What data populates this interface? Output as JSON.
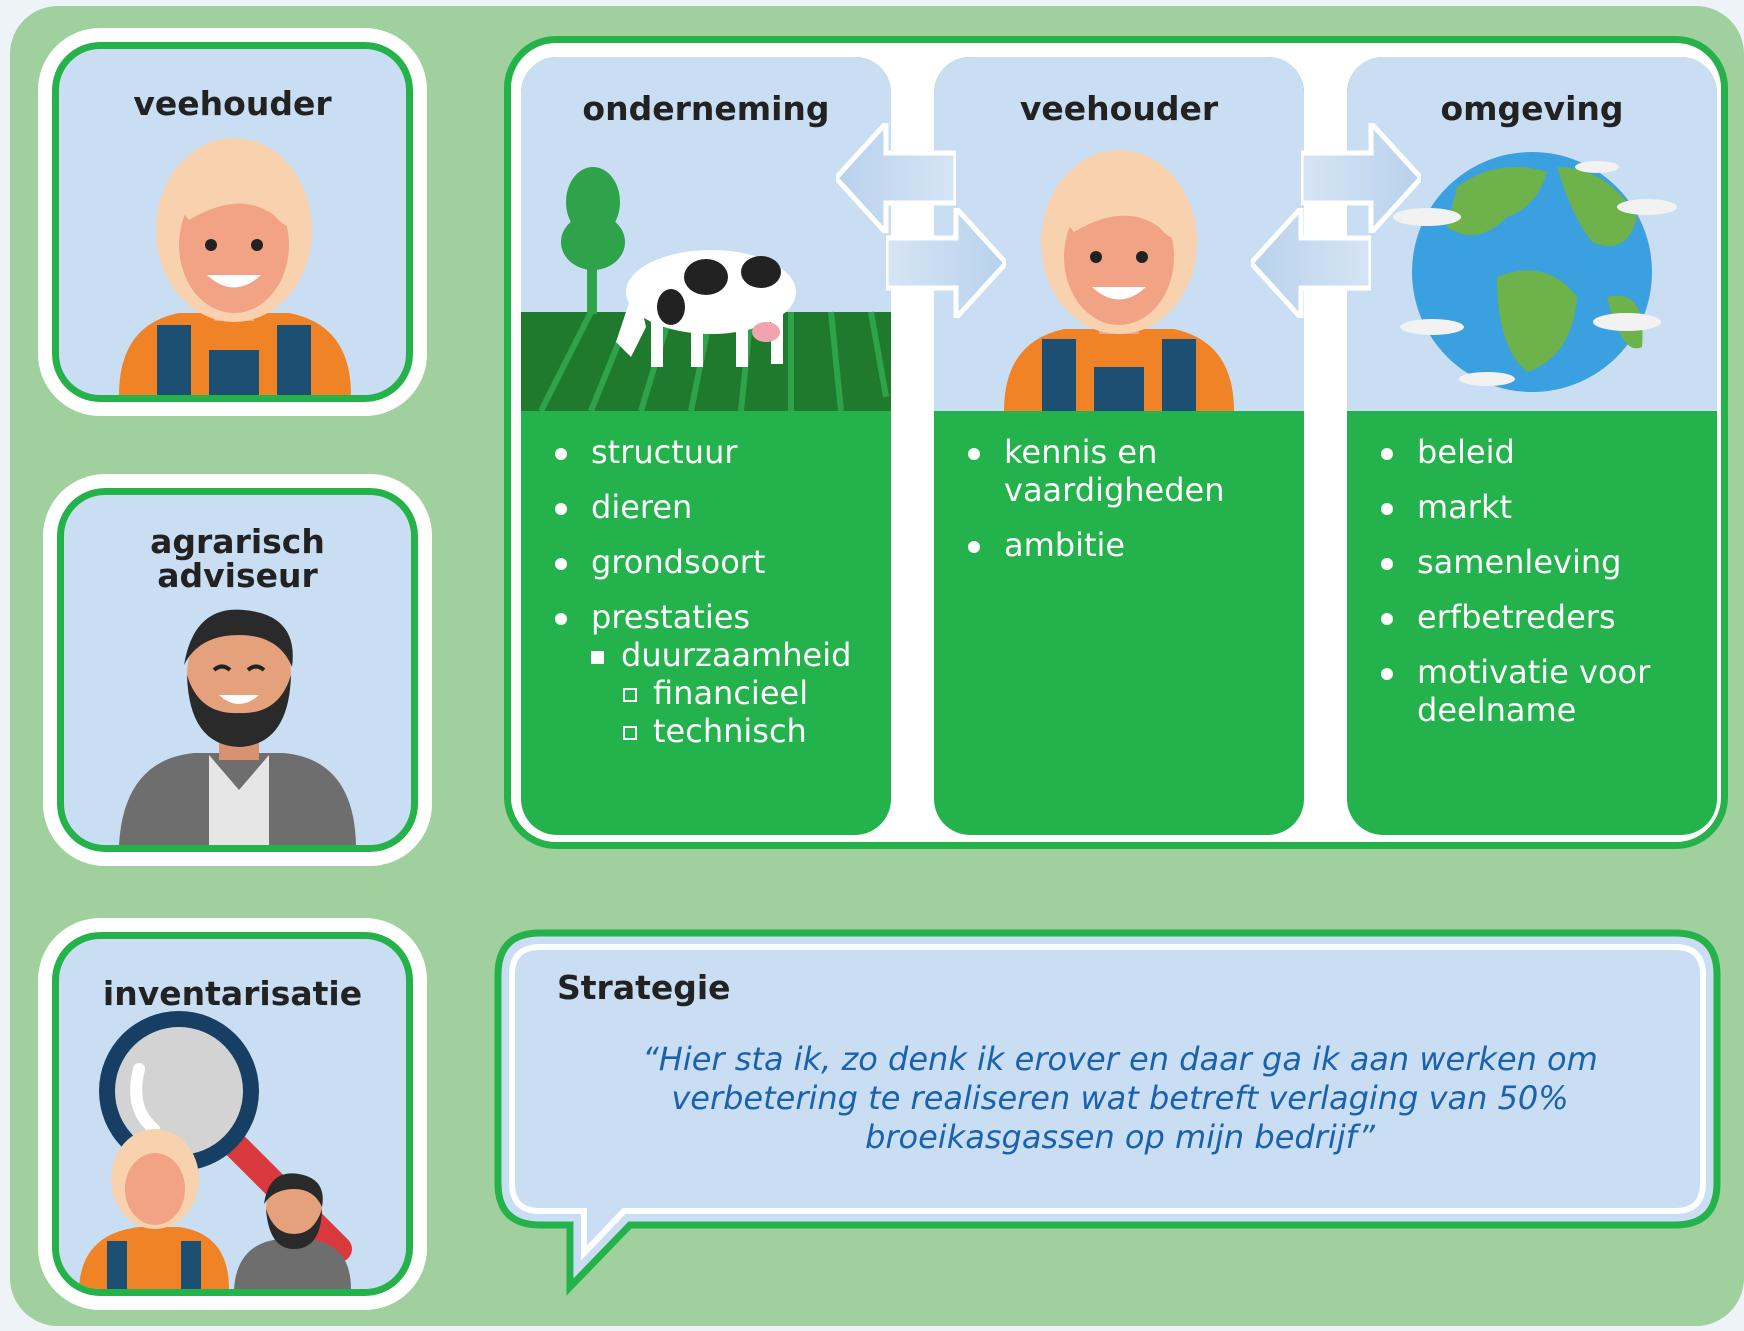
{
  "left_cards": [
    {
      "title": "veehouder"
    },
    {
      "title": "agrarisch\nadviseur"
    },
    {
      "title": "inventarisatie"
    }
  ],
  "columns": [
    {
      "title": "onderneming",
      "items": [
        "structuur",
        "dieren",
        "grondsoort",
        "prestaties"
      ],
      "sub_items": [
        "duurzaamheid"
      ],
      "sub_sub_items": [
        "financieel",
        "technisch"
      ],
      "illustration": "cow-field-tree-illustration"
    },
    {
      "title": "veehouder",
      "items": [
        "kennis en vaardigheden",
        "ambitie"
      ],
      "illustration": "farmer-woman-illustration"
    },
    {
      "title": "omgeving",
      "items": [
        "beleid",
        "markt",
        "samenleving",
        "erfbetreders",
        "motivatie voor deelname"
      ],
      "illustration": "earth-globe-illustration"
    }
  ],
  "strategy": {
    "title": "Strategie",
    "quote": "“Hier sta ik, zo denk ik erover en daar ga ik aan werken om verbetering te realiseren wat betreft verlaging van 50% broeikasgassen op mijn bedrijf”"
  },
  "colors": {
    "green": "#25b24a",
    "light_blue": "#c9def2",
    "background_green": "#9fd09d",
    "quote_blue": "#1a62ad"
  }
}
